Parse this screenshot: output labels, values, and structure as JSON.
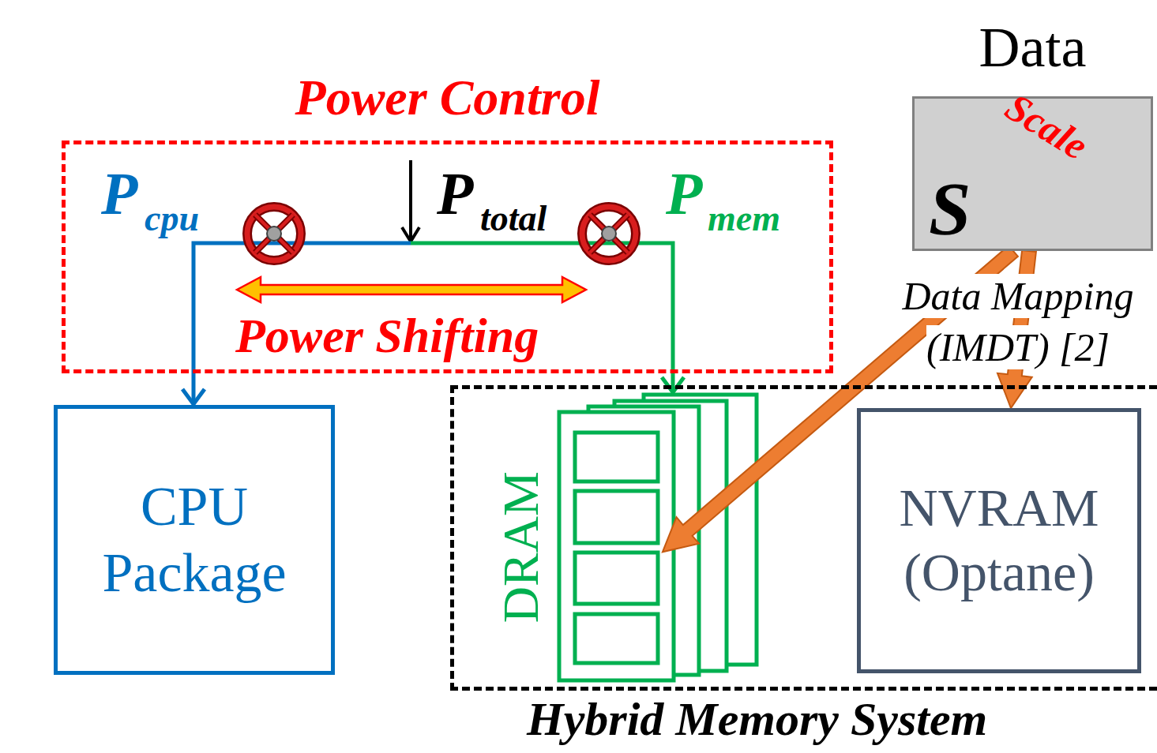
{
  "diagram": {
    "nodes": [
      {
        "text": [
          "Power Control"
        ]
      },
      {
        "text": [
          "CPU Package"
        ]
      },
      {
        "text": [
          "Hybrid Memory System"
        ]
      },
      {
        "text": [
          "DRAM"
        ],
        "in": 2
      },
      {
        "text": [
          "NVRAM (Optane)"
        ],
        "in": 2
      },
      {
        "text": [
          "Data",
          "S",
          "Scale"
        ]
      }
    ],
    "edges": [
      {
        "from": 0,
        "to": 1,
        "arrow": "to"
      },
      {
        "from": 0,
        "to": 3,
        "arrow": "to"
      },
      {
        "from": 5,
        "to": 3,
        "arrow": "to"
      },
      {
        "from": 5,
        "to": 4,
        "arrow": "to"
      }
    ],
    "labels": [
      "P",
      "cpu",
      "P",
      "total",
      "P",
      "mem",
      "Power Shifting",
      "Data Mapping (IMDT) [2]"
    ]
  }
}
